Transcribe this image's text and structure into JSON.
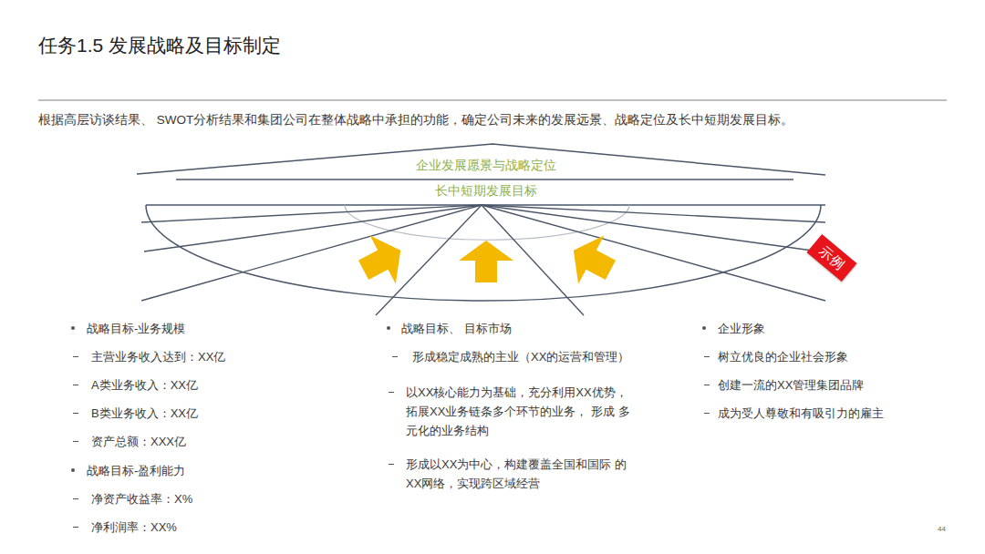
{
  "diagram": {
    "title": "任务1.5 发展战略及目标制定",
    "nodes": [
      {
        "text": [
          "示例"
        ]
      }
    ],
    "labels": [
      "根据高层访谈结果、 SWOT分析结果和集团公司在整体战略中承担的功能，确定公司未来的发展远景、战略定位及长中短期发展目标。",
      "企业发展愿景与战略定位",
      "长中短期发展目标",
      "战略目标-业务规模",
      "主营业务收入达到：XX亿",
      "A类业务收入：XX亿",
      "B类业务收入：XX亿",
      "资产总额：XXX亿",
      "战略目标-盈利能力",
      "净资产收益率：X%",
      "净利润率：XX%",
      "战略目标、 目标市场",
      "形成稳定成熟的主业（XX的运营和管理）",
      "以XX核心能力为基础，充分利用XX优势， 拓展XX业务链条多个环节的业务， 形成 多元化的业务结构",
      "形成以XX为中心，构建覆盖全国和国际 的XX网络，实现跨区域经营",
      "企业形象",
      "树立优良的企业社会形象",
      "创建一流的XX管理集团品牌",
      "成为受人尊敬和有吸引力的雇主",
      "44"
    ]
  }
}
